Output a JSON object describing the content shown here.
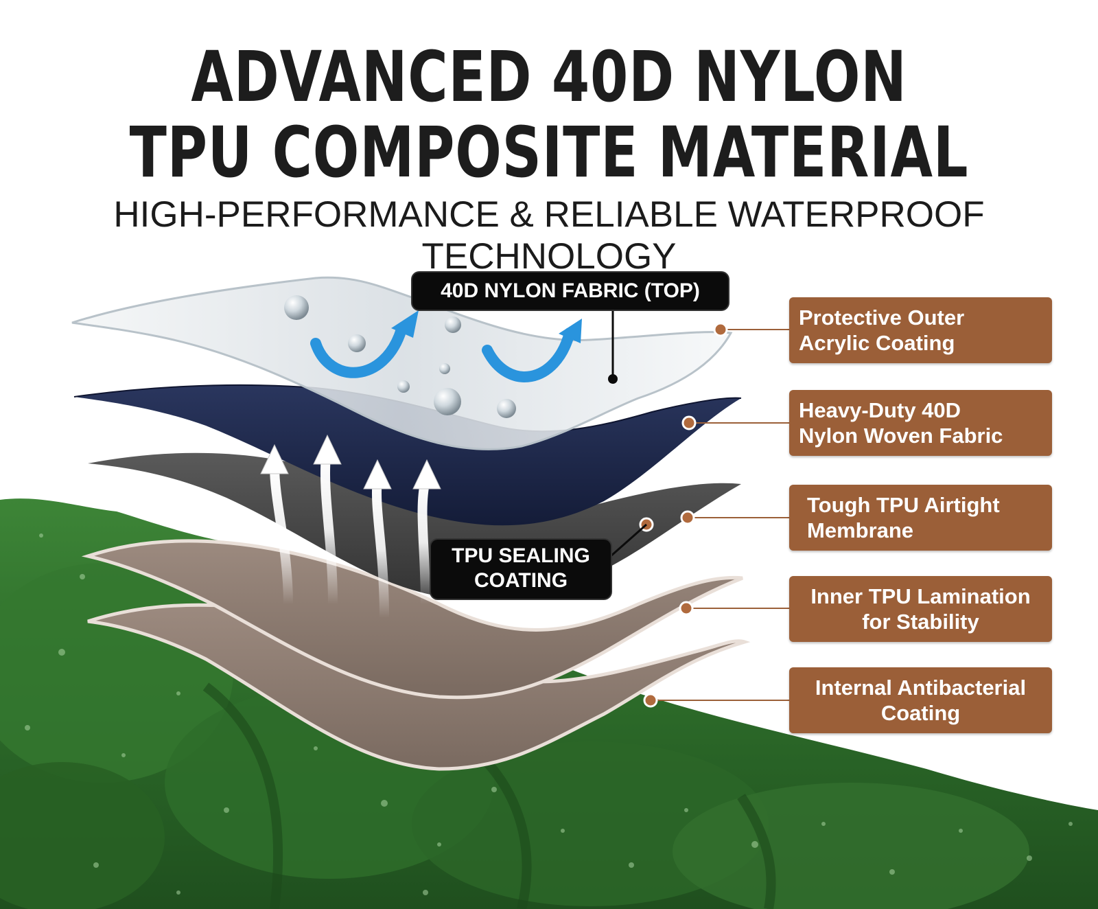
{
  "title": {
    "line1": "ADVANCED 40D NYLON",
    "line2": "TPU COMPOSITE MATERIAL"
  },
  "subtitle": "HIGH-PERFORMANCE & RELIABLE WATERPROOF TECHNOLOGY",
  "callouts": {
    "top": "40D NYLON FABRIC (TOP)",
    "middle_line1": "TPU SEALING",
    "middle_line2": "COATING"
  },
  "layers": [
    {
      "line1": "Protective Outer",
      "line2": "Acrylic Coating"
    },
    {
      "line1": "Heavy-Duty 40D",
      "line2": "Nylon Woven Fabric"
    },
    {
      "line1": "Tough TPU Airtight",
      "line2": "Membrane"
    },
    {
      "line1": "Inner TPU Lamination",
      "line2": "for Stability"
    },
    {
      "line1": "Internal Antibacterial",
      "line2": "Coating"
    }
  ],
  "colors": {
    "label_bg": "#9b5f38",
    "nylon_layer": "#1f2a4f",
    "tpu_layer": "#4a4a4a",
    "lamination_layer": "#8f7b70",
    "mat_green": "#2f6b2c",
    "arrow_blue": "#1f8bd6"
  }
}
